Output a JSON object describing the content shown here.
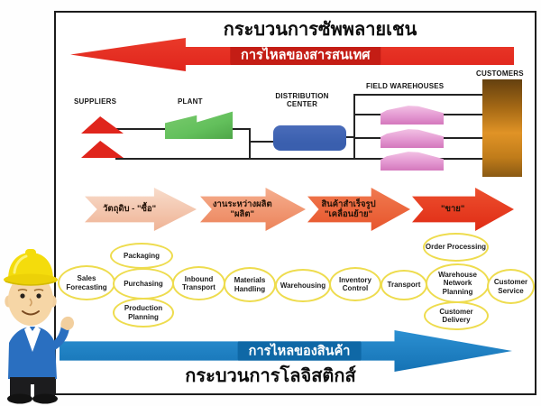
{
  "titles": {
    "supply_chain": "กระบวนการซัพพลายเชน",
    "logistics": "กระบวนการโลจิสติกส์"
  },
  "flows": {
    "information": "การไหลของสารสนเทศ",
    "goods": "การไหลของสินค้า"
  },
  "network": {
    "suppliers": "SUPPLIERS",
    "plant": "PLANT",
    "distribution_center": "DISTRIBUTION CENTER",
    "field_warehouses": "FIELD WAREHOUSES",
    "customers": "CUSTOMERS"
  },
  "stages": [
    {
      "label": "วัตถุดิบ - \"ซื้อ\""
    },
    {
      "label": "งานระหว่างผลิต\n\"ผลิต\""
    },
    {
      "label": "สินค้าสำเร็จรูป\n\"เคลื่อนย้าย\""
    },
    {
      "label": "\"ขาย\""
    }
  ],
  "activities": [
    {
      "label": "Packaging"
    },
    {
      "label": "Sales Forecasting"
    },
    {
      "label": "Purchasing"
    },
    {
      "label": "Production Planning"
    },
    {
      "label": "Inbound Transport"
    },
    {
      "label": "Materials Handling"
    },
    {
      "label": "Warehousing"
    },
    {
      "label": "Inventory Control"
    },
    {
      "label": "Transport"
    },
    {
      "label": "Order Processing"
    },
    {
      "label": "Warehouse Network Planning"
    },
    {
      "label": "Customer Delivery"
    },
    {
      "label": "Customer Service"
    }
  ],
  "colors": {
    "red": "#e0251c",
    "red_dark": "#c41d15",
    "blue_arrow": "#1572b4",
    "blue_arrow_dark": "#0f68a6",
    "green_plant": "#63c05c",
    "blue_dc": "#3a5fae",
    "pink_warehouse": "#e49ad2",
    "customers_orange": "#e09326",
    "oval_yellow": "#eedc4e",
    "stage1": "#efb395",
    "stage2": "#ec835a",
    "stage3": "#e7552c",
    "stage4": "#e02c15"
  }
}
